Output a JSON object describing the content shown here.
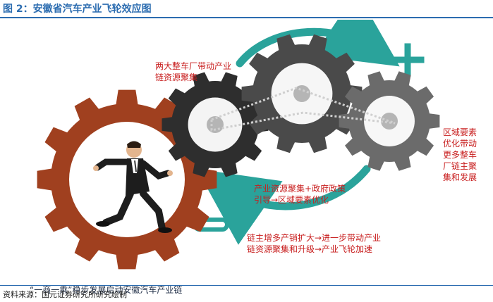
{
  "title": "图 2：安徽省汽车产业飞轮效应图",
  "annotations": {
    "top": [
      "两大整车厂带动产业",
      "链资源聚集"
    ],
    "right": [
      "区域要素",
      "优化带动",
      "更多整车",
      "厂链主聚",
      "集和发展"
    ],
    "middle": [
      "产业资源聚集+政府政策",
      "引导→区域要素优化"
    ],
    "bottom": [
      "链主增多产销扩大→进一步带动产业",
      "链资源聚集和升级→产业飞轮加速"
    ]
  },
  "caption": "“一商一乘”稳步发展启动安徽汽车产业链",
  "source": "资料来源：国元证券研究所研究绘制",
  "signs": {
    "plus": "+",
    "minus": "−"
  },
  "colors": {
    "title_blue": "#2b6cb0",
    "red_text": "#c81e1e",
    "teal": "#2aa39b",
    "gear_dark": "#2e2e2e",
    "gear_mid": "#4a4a4a",
    "gear_light": "#6b6b6b",
    "gear_rust": "#a0401f"
  },
  "icons": [
    "running-businessman-icon",
    "gear-icon",
    "plus-icon",
    "minus-icon",
    "clockwise-arrow-icon",
    "counterclockwise-arrow-icon",
    "chain-icon"
  ]
}
